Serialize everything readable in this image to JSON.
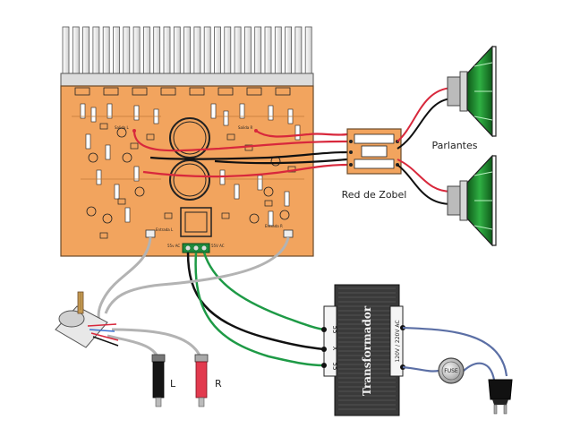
{
  "labels": {
    "zobel": "Red de Zobel",
    "speakers": "Parlantes",
    "transformer": "Transformador",
    "transformer_rating": "120V / 220V AC",
    "tap_top": "55",
    "tap_mid": "X",
    "tap_bottom": "55",
    "fuse": "FUSE",
    "channel_left": "L",
    "channel_right": "R",
    "board_ac_left": "55v AC",
    "board_ac_right": "55V AC",
    "board_out_left": "Salida L",
    "board_out_right": "Salida R",
    "board_in_left": "Entrada L",
    "board_in_right": "Entrada R"
  },
  "colors": {
    "board": "#f2a45e",
    "heatsink": "#e6e6e6",
    "wire_red": "#d8283c",
    "wire_black": "#111111",
    "wire_green": "#1e9a46",
    "wire_gray": "#b3b3b3",
    "wire_blue": "#5b6fa5",
    "speaker_cone": "#1e8f2e",
    "transformer": "#333333"
  }
}
